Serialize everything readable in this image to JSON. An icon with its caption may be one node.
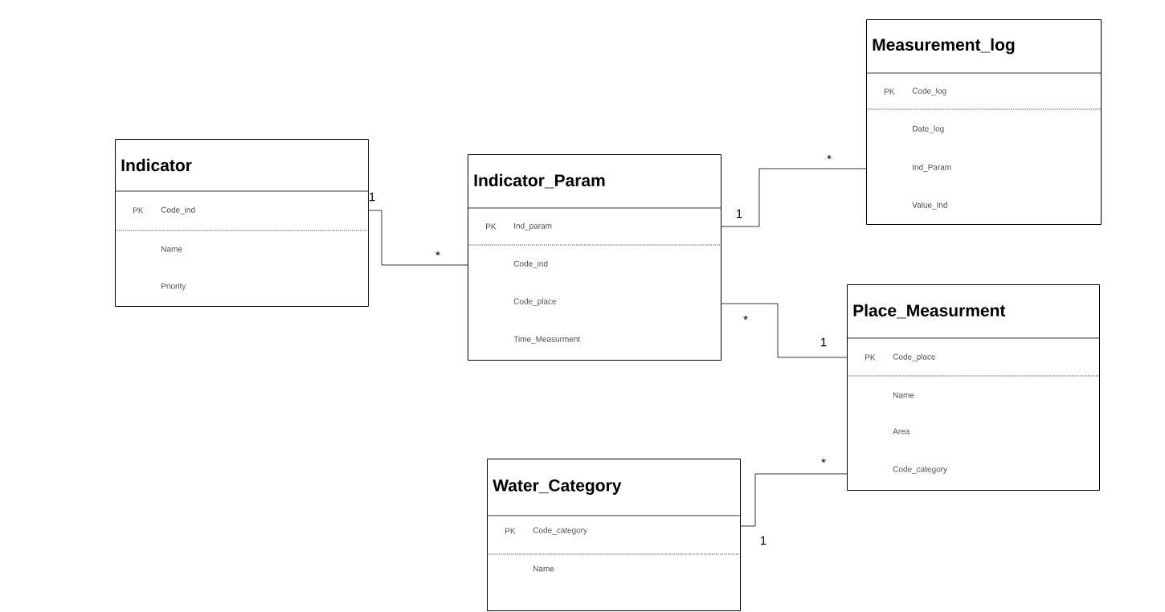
{
  "diagram": {
    "nodes": [
      {
        "text": [
          "Indicator",
          "PK",
          "Code_ind",
          "Name",
          "Priority"
        ]
      },
      {
        "text": [
          "Indicator_Param",
          "PK",
          "Ind_param",
          "Code_ind",
          "Code_place",
          "Time_Measurment"
        ]
      },
      {
        "text": [
          "Measurement_log",
          "PK",
          "Code_log",
          "Date_log",
          "Ind_Param",
          "Value_Ind"
        ]
      },
      {
        "text": [
          "Place_Measurment",
          "PK",
          "Code_place",
          "Name",
          "Area",
          "Code_category"
        ]
      },
      {
        "text": [
          "Water_Category",
          "PK",
          "Code_category",
          "Name"
        ]
      }
    ],
    "edges": [
      {
        "from": 0,
        "to": 1,
        "arrow": "none"
      },
      {
        "from": 1,
        "to": 2,
        "arrow": "none"
      },
      {
        "from": 1,
        "to": 3,
        "arrow": "none"
      },
      {
        "from": 3,
        "to": 4,
        "arrow": "none"
      }
    ],
    "labels": [
      "*",
      "1",
      "1",
      "*",
      "*",
      "1",
      "*",
      "1"
    ]
  }
}
